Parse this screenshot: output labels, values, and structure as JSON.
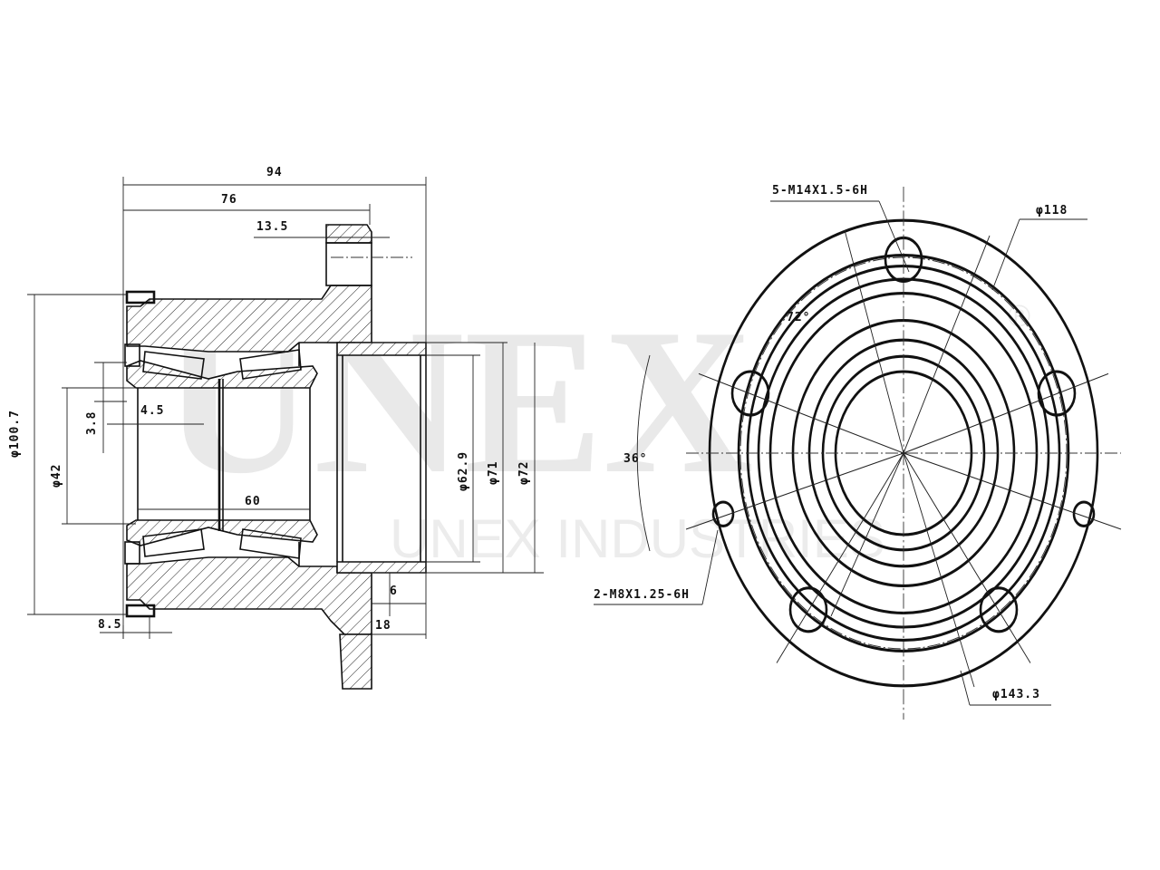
{
  "watermark": {
    "brand": "UNEX",
    "subtitle": "UNEX INDUSTRIES",
    "registered": "®"
  },
  "side_view": {
    "dims": {
      "overall_length": "94",
      "flange_length": "76",
      "flange_thickness": "13.5",
      "seal_diameter": "φ100.7",
      "bore_diameter": "φ42",
      "seal_offset": "3.8",
      "bearing_offset": "4.5",
      "bearing_width": "60",
      "pilot_inner": "φ62.9",
      "pilot_diameter": "φ71",
      "pilot_outer": "φ72",
      "pilot_step": "6",
      "pilot_length": "18",
      "seal_width": "8.5"
    }
  },
  "front_view": {
    "dims": {
      "bolt_thread": "5-M14X1.5-6H",
      "pilot_circle": "φ118",
      "bolt_angle": "72°",
      "small_hole_angle": "36°",
      "small_thread": "2-M8X1.25-6H",
      "bolt_circle": "φ143.3"
    }
  }
}
